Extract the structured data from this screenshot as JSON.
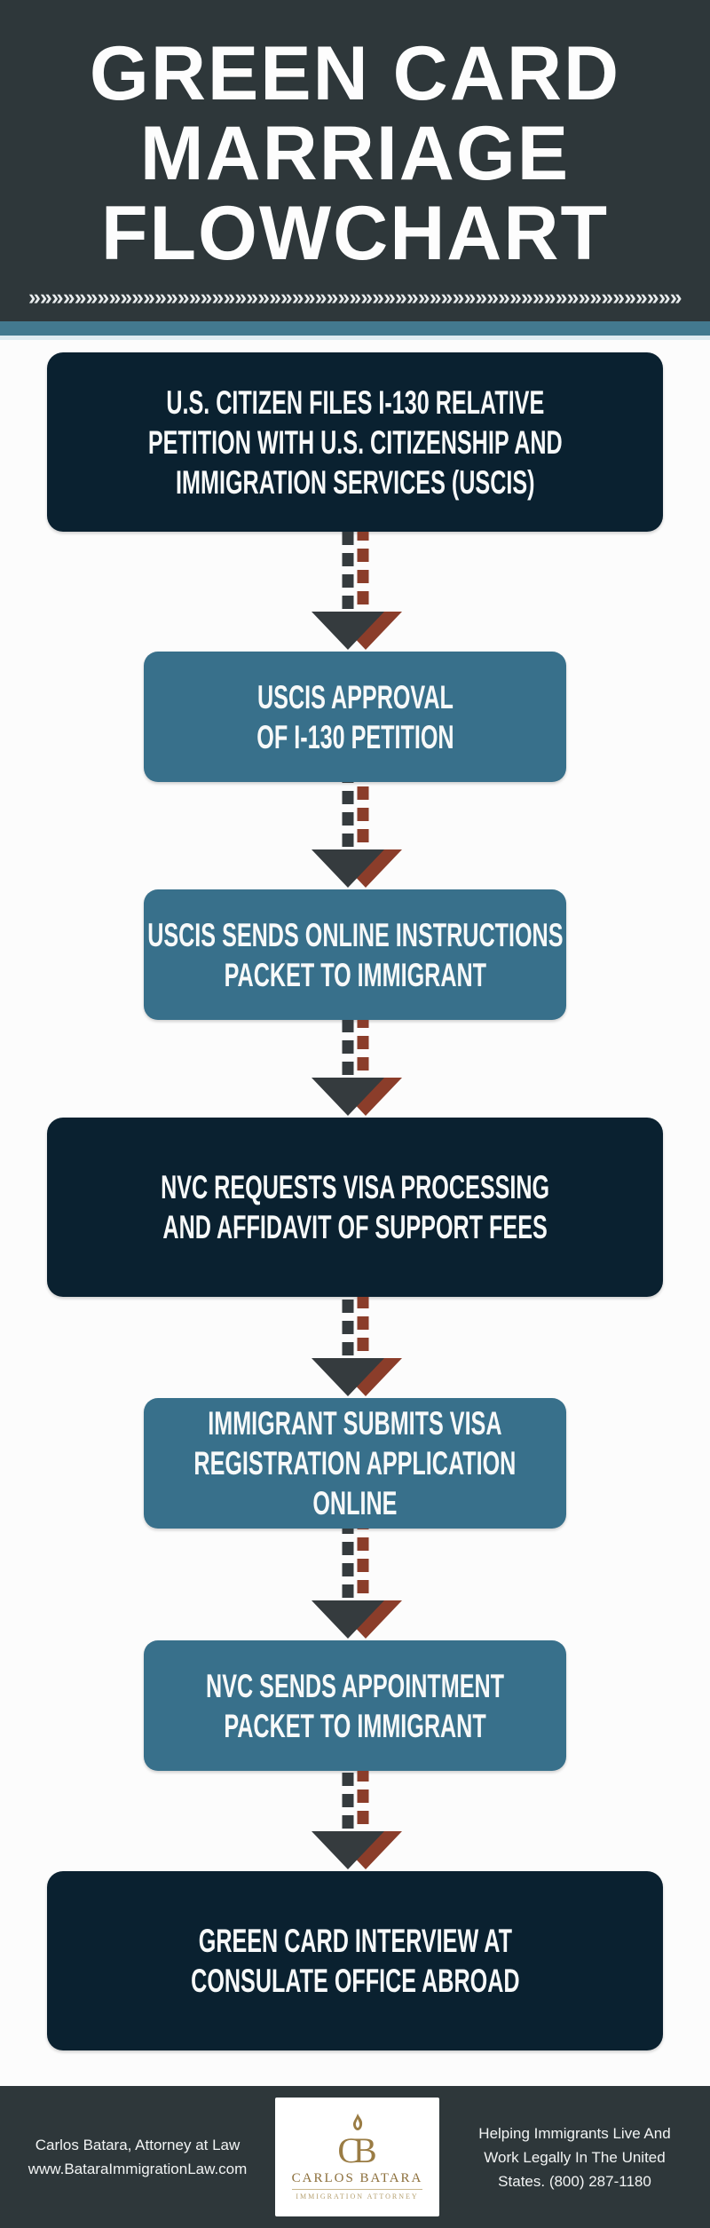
{
  "header": {
    "title_lines": [
      "GREEN CARD",
      "MARRIAGE",
      "FLOWCHART"
    ],
    "chevron_row": "»»»»»»»»»»»»»»»»»»»»»»»»»»»»»»»»»»»»»»»»»»»»»»»»»»»»»»»»»»»»"
  },
  "steps": [
    {
      "variant": "navy",
      "lines": [
        "U.S. CITIZEN FILES I-130 RELATIVE",
        "PETITION WITH U.S. CITIZENSHIP AND",
        "IMMIGRATION SERVICES (USCIS)"
      ]
    },
    {
      "variant": "teal",
      "lines": [
        "USCIS APPROVAL",
        "OF I-130 PETITION"
      ]
    },
    {
      "variant": "teal",
      "lines": [
        "USCIS SENDS ONLINE INSTRUCTIONS",
        "PACKET TO IMMIGRANT"
      ]
    },
    {
      "variant": "navy",
      "lines": [
        "NVC REQUESTS VISA PROCESSING",
        "AND AFFIDAVIT OF SUPPORT FEES"
      ]
    },
    {
      "variant": "teal",
      "lines": [
        "IMMIGRANT SUBMITS VISA",
        "REGISTRATION APPLICATION",
        "ONLINE"
      ]
    },
    {
      "variant": "teal",
      "lines": [
        "NVC SENDS APPOINTMENT",
        "PACKET TO IMMIGRANT"
      ]
    },
    {
      "variant": "navy",
      "lines": [
        "GREEN CARD INTERVIEW AT",
        "CONSULATE OFFICE ABROAD"
      ]
    }
  ],
  "footer": {
    "left_lines": [
      "Carlos Batara, Attorney at Law",
      "www.BataraImmigrationLaw.com"
    ],
    "logo": {
      "monogram": "CB",
      "name": "CARLOS BATARA",
      "tagline": "IMMIGRATION ATTORNEY"
    },
    "right_lines": [
      "Helping Immigrants Live And",
      "Work Legally In The United",
      "States. (800) 287-1180"
    ]
  },
  "colors": {
    "header_bg": "#2e373a",
    "navy_box": "#0a2130",
    "teal_box": "#38708b",
    "teal_stripe": "#43798f",
    "arrow_dark": "#353b3e",
    "arrow_rust": "#8b3d2a",
    "logo_gold": "#9a7c44"
  }
}
